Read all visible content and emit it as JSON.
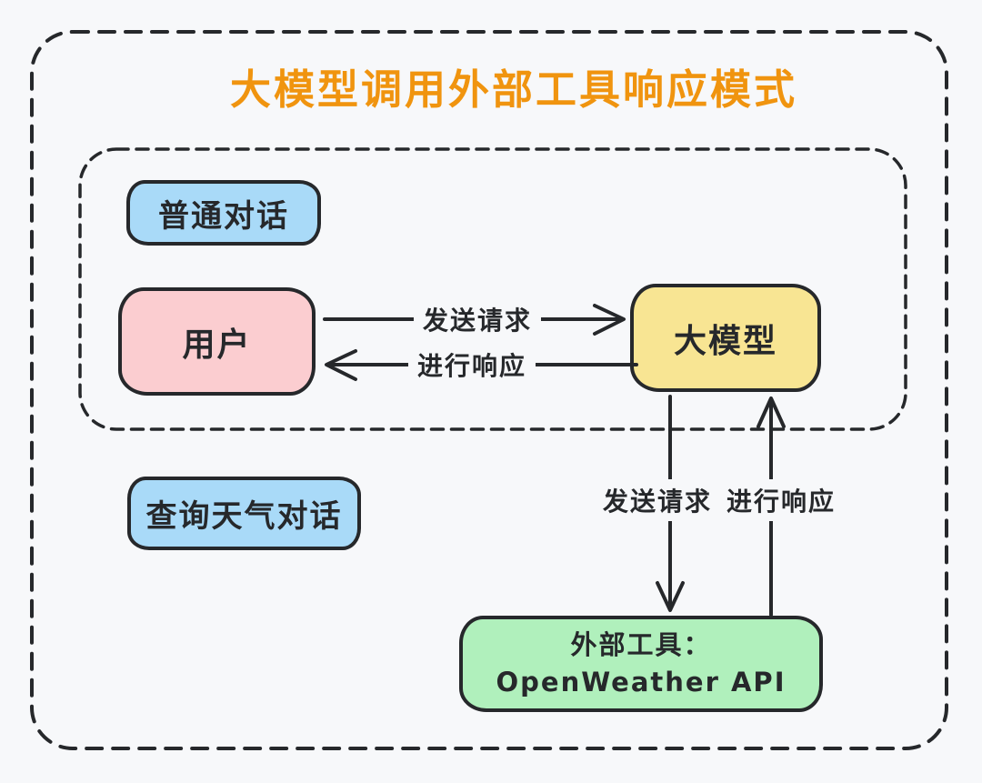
{
  "title": "大模型调用外部工具响应模式",
  "palette": {
    "background": "#F7F8FA",
    "stroke": "#26282B",
    "title_orange": "#F0940F",
    "blue": "#A9DAF8",
    "pink": "#FBCDD0",
    "yellow": "#F8E593",
    "green": "#B0F0BC"
  },
  "nodes": {
    "normal_chat": {
      "label": "普通对话",
      "fill": "#A9DAF8"
    },
    "user": {
      "label": "用户",
      "fill": "#FBCDD0"
    },
    "model": {
      "label": "大模型",
      "fill": "#F8E593"
    },
    "weather_chat": {
      "label": "查询天气对话",
      "fill": "#A9DAF8"
    },
    "external_tool": {
      "label_line1": "外部工具：",
      "label_line2": "OpenWeather API",
      "fill": "#B0F0BC"
    }
  },
  "edges": {
    "user_to_model": {
      "label": "发送请求",
      "direction": "right"
    },
    "model_to_user": {
      "label": "进行响应",
      "direction": "left"
    },
    "model_to_tool": {
      "label": "发送请求",
      "direction": "down"
    },
    "tool_to_model": {
      "label": "进行响应",
      "direction": "up"
    }
  }
}
